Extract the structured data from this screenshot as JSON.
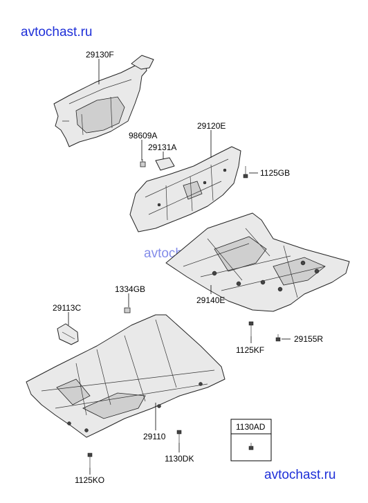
{
  "watermarks": {
    "top": "avtochast.ru",
    "middle": "avtochast.ru",
    "bottom": "avtochast.ru"
  },
  "labels": {
    "p29130F": "29130F",
    "p98609A": "98609A",
    "p29131A": "29131A",
    "p29120E": "29120E",
    "p1125GB": "1125GB",
    "p1334GB": "1334GB",
    "p29113C": "29113C",
    "p29140E": "29140E",
    "p1125KF": "1125KF",
    "p29155R": "29155R",
    "p29110": "29110",
    "p1130DK": "1130DK",
    "p1125KO": "1125KO",
    "p1130AD": "1130AD"
  },
  "colors": {
    "watermark": "#1e2fd8",
    "part_fill": "#e9e9e9",
    "outline": "#222222"
  }
}
